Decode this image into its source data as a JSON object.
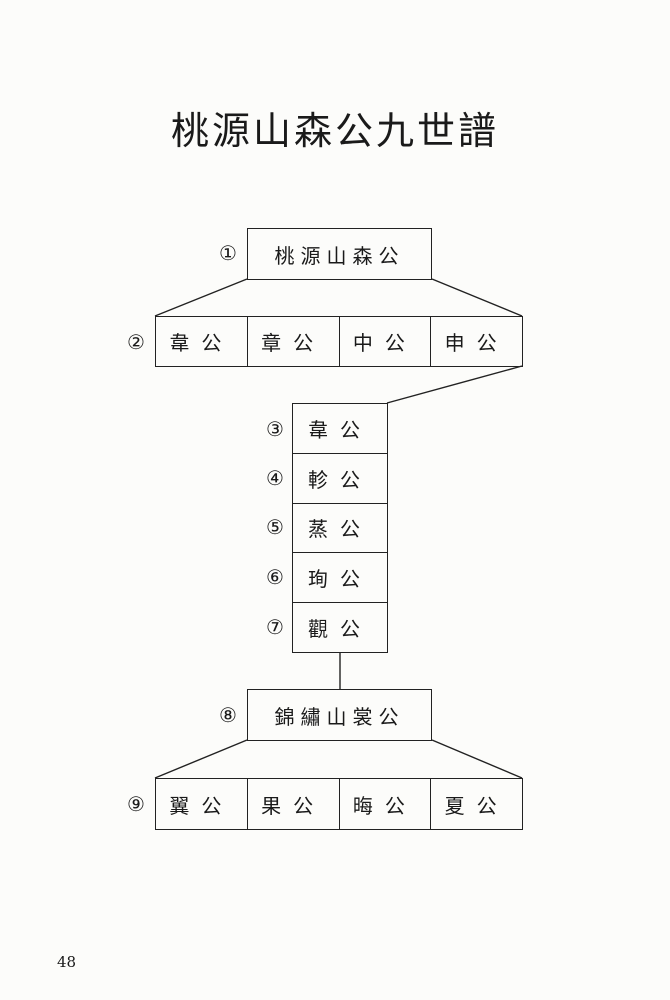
{
  "title": "桃源山森公九世譜",
  "generations": [
    {
      "marker": "①",
      "members": [
        "桃源山森公"
      ]
    },
    {
      "marker": "②",
      "members": [
        "韋公",
        "章公",
        "中公",
        "申公"
      ]
    },
    {
      "marker": "③",
      "members": [
        "韋公"
      ]
    },
    {
      "marker": "④",
      "members": [
        "軫公"
      ]
    },
    {
      "marker": "⑤",
      "members": [
        "蒸公"
      ]
    },
    {
      "marker": "⑥",
      "members": [
        "珣公"
      ]
    },
    {
      "marker": "⑦",
      "members": [
        "觀公"
      ]
    },
    {
      "marker": "⑧",
      "members": [
        "錦繡山裳公"
      ]
    },
    {
      "marker": "⑨",
      "members": [
        "翼公",
        "果公",
        "晦公",
        "夏公"
      ]
    }
  ],
  "page_number": "48"
}
